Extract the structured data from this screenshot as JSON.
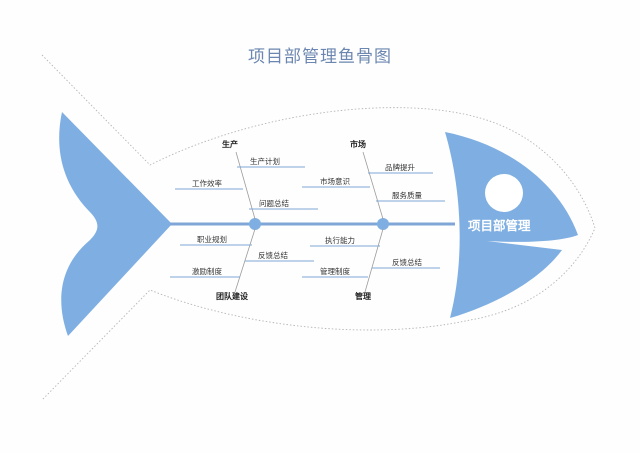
{
  "title": "项目部管理鱼骨图",
  "head": {
    "label": "项目部管理"
  },
  "colors": {
    "fish": "#7fafe2",
    "line": "#7fa6d6",
    "bone": "#9c9c9c",
    "title": "#6b86b0",
    "outline": "#b0b0b0"
  },
  "categories": {
    "top": [
      {
        "label": "生产",
        "causes": [
          "生产计划",
          "工作效率",
          "问题总结"
        ]
      },
      {
        "label": "市场",
        "causes": [
          "品牌提升",
          "市场意识",
          "服务质量"
        ]
      }
    ],
    "bottom": [
      {
        "label": "团队建设",
        "causes": [
          "职业规划",
          "反馈总结",
          "激励制度"
        ]
      },
      {
        "label": "管理",
        "causes": [
          "执行能力",
          "反馈总结",
          "管理制度"
        ]
      }
    ]
  }
}
